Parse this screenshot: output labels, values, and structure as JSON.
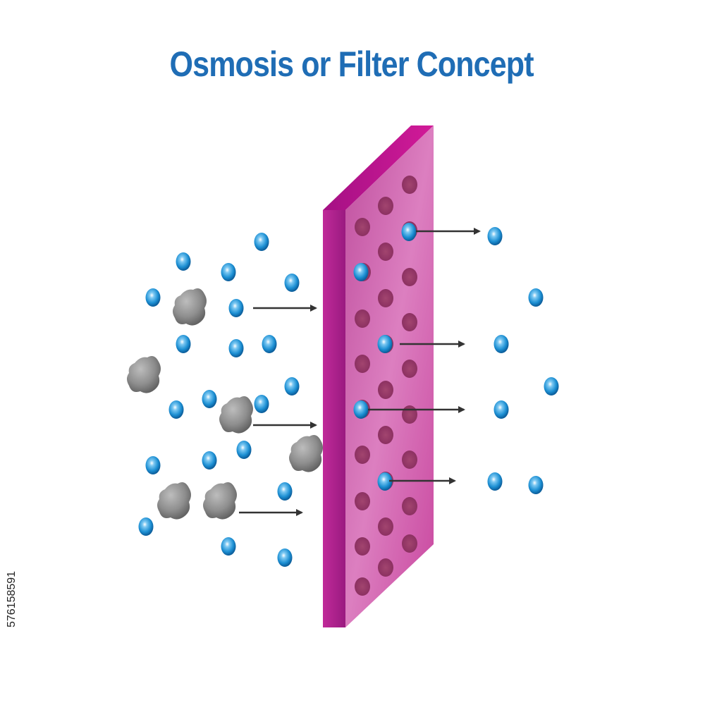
{
  "title": "Osmosis or Filter Concept",
  "side_id": "576158591",
  "colors": {
    "title": "#1f6db5",
    "membrane_face": "#d25fb0",
    "membrane_edge": "#a8208c",
    "membrane_top": "#c2168e",
    "pore": "#9b3a6d",
    "water_molecule": "#1c8fd3",
    "solute_particle": "#8e8e8e",
    "arrow": "#333333"
  },
  "icons": {
    "water_molecule": "blue-sphere",
    "solute_particle": "gray-blob",
    "flow_arrow": "right-arrow"
  }
}
